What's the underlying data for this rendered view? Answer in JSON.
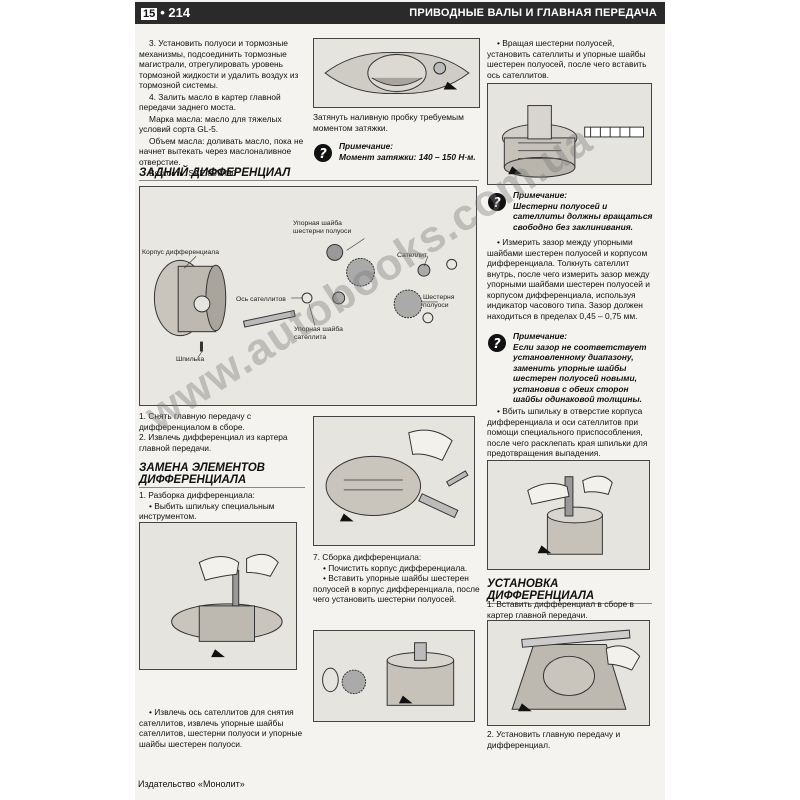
{
  "header": {
    "section_number": "15",
    "page_number": "214",
    "title": "ПРИВОДНЫЕ ВАЛЫ И ГЛАВНАЯ ПЕРЕДАЧА"
  },
  "col1_top": {
    "p1": "3. Установить полуоси и тормозные механизмы, подсоединить тормозные магистрали, отрегулировать уровень тормозной жидкости и удалить воздух из тормозной системы.",
    "p2": "4. Залить масло в картер главной передачи заднего моста.",
    "p3": "Марка масла: масло для тяжелых условий сорта GL-5.",
    "p4": "Объем масла: доливать масло, пока не начнет вытекать через маслоналивное отверстие.",
    "p5": "Вязкость: SAE 85W/90"
  },
  "fig_plug": {
    "caption": "Затянуть наливную пробку требуемым моментом затяжки."
  },
  "note1": {
    "title": "Примечание:",
    "text": "Момент затяжки: 140 – 150 Н·м."
  },
  "col3_top": {
    "p1": "• Вращая шестерни полуосей, установить сателлиты и упорные шайбы шестерен полуосей, после чего вставить ось сателлитов."
  },
  "note2": {
    "title": "Примечание:",
    "text": "Шестерни полуосей и сателлиты должны вращаться свободно без заклинивания."
  },
  "col3_mid": {
    "p1": "• Измерить зазор между упорными шайбами шестерен полуосей и корпусом дифференциала. Толкнуть сателлит внутрь, после чего измерить зазор между упорными шайбами шестерен полуосей и корпусом дифференциала, используя индикатор часового типа. Зазор должен находиться в пределах 0,45 – 0,75 мм."
  },
  "note3": {
    "title": "Примечание:",
    "text": "Если зазор не соответствует установленному диапазону, заменить упорные шайбы шестерен полуосей новыми, установив с обеих сторон шайбы одинаковой толщины."
  },
  "col3_pin": {
    "p1": "• Вбить шпильку в отверстие корпуса дифференциала и оси сателлитов при помощи специального приспособления, после чего расклепать края шпильки для предотвращения выпадения."
  },
  "section_rear": "ЗАДНИЙ ДИФФЕРЕНЦИАЛ",
  "exploded_labels": {
    "case": "Корпус дифференциала",
    "washer_axle": "Упорная шайба шестерни полуоси",
    "satellite": "Сателлит",
    "shaft": "Ось сателлитов",
    "axle_gear": "Шестерня полуоси",
    "washer_sat": "Упорная шайба сателлита",
    "pin": "Шпилька"
  },
  "col1_remove": {
    "p1": "1. Снять главную передачу с дифференциалом в сборе.",
    "p2": "2. Извлечь дифференциал из картера главной передачи."
  },
  "section_replace": "ЗАМЕНА ЭЛЕМЕНТОВ ДИФФЕРЕНЦИАЛА",
  "col1_disasm": {
    "p1": "1. Разборка дифференциала:",
    "p2": "• Выбить шпильку специальным инструментом."
  },
  "col1_bottom": {
    "p1": "• Извлечь ось сателлитов для снятия сателлитов, извлечь упорные шайбы сателлитов, шестерни полуоси и упорные шайбы шестерен полуоси."
  },
  "col2_assembly": {
    "p1": "7. Сборка дифференциала:",
    "p2": "• Почистить корпус дифференциала.",
    "p3": "• Вставить упорные шайбы шестерен полуосей в корпус дифференциала, после чего установить шестерни полуосей."
  },
  "section_install": "УСТАНОВКА ДИФФЕРЕНЦИАЛА",
  "col3_install": {
    "p1": "1. Вставить дифференциал в сборе в картер главной передачи.",
    "p2": "2. Установить главную передачу и дифференциал."
  },
  "footer": "Издательство «Монолит»",
  "watermark": "www.autobooks.com.ua",
  "colors": {
    "header_bg": "#2a2a2a",
    "paper": "#f4f3ef",
    "figure_bg": "#e6e4de"
  }
}
